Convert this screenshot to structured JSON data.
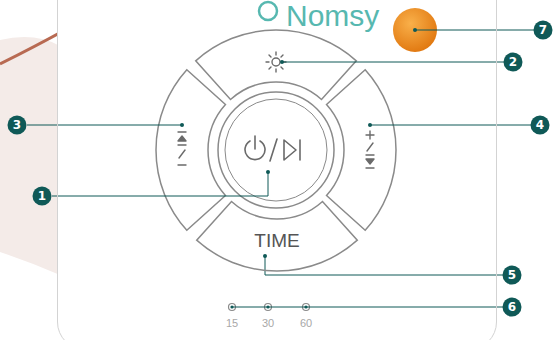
{
  "diagram": {
    "nodes": [
      {
        "text": [
          "Nomsy"
        ]
      },
      {
        "text": [
          "TIME"
        ],
        "in": 0
      }
    ],
    "labels": [
      "7",
      "2",
      "3",
      "4",
      "1",
      "5",
      "6",
      "15",
      "30",
      "60"
    ]
  }
}
